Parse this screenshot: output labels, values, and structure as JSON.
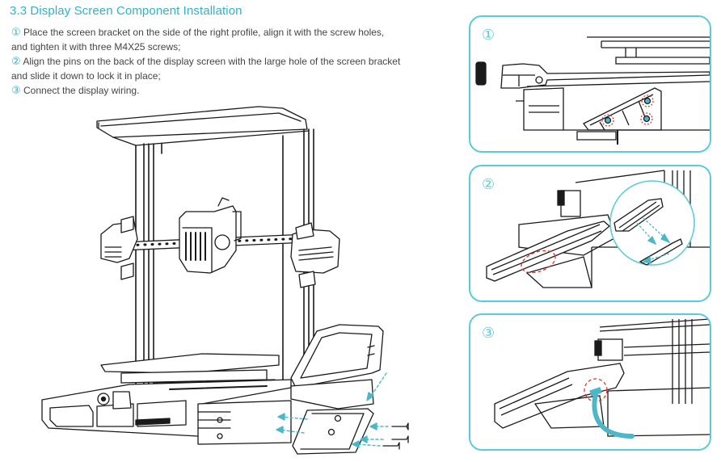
{
  "section": {
    "title": "3.3 Display Screen Component Installation",
    "steps": [
      {
        "marker": "①",
        "lines": [
          "Place the screen bracket on the side of the right profile, align it with the screw holes,",
          "and tighten it with three M4X25 screws;"
        ]
      },
      {
        "marker": "②",
        "lines": [
          "Align the pins on the back of the display screen with the large hole of the screen bracket",
          "and slide it down to lock it in place;"
        ]
      },
      {
        "marker": "③",
        "lines": [
          "Connect the display wiring."
        ]
      }
    ]
  },
  "panels": [
    {
      "marker": "①",
      "depicts": "screen-bracket-screw-holes"
    },
    {
      "marker": "②",
      "depicts": "display-pins-slide-into-bracket"
    },
    {
      "marker": "③",
      "depicts": "display-cable-connection"
    }
  ],
  "colors": {
    "accent": "#2fb3c8",
    "panel_border": "#5ccbd8",
    "callout_red": "#e0332e",
    "cable": "#4db6c8",
    "line_art": "#1a1a1a"
  }
}
